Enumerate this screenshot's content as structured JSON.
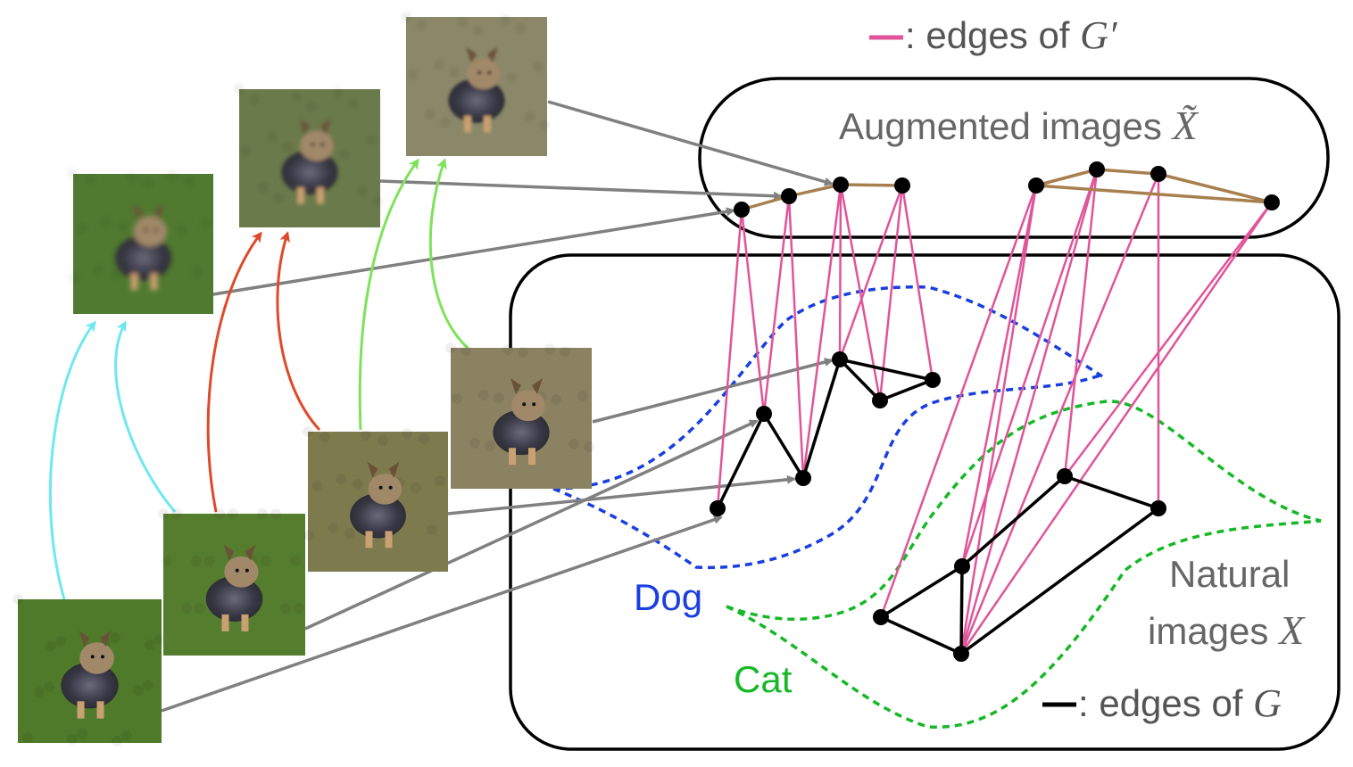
{
  "legend": {
    "pink_label": ": edges of ",
    "pink_symbol": "G′",
    "black_label": ": edges of ",
    "black_symbol": "G"
  },
  "regions": {
    "augmented_label": "Augmented images ",
    "augmented_symbol": "X̃",
    "natural_label_line1": "Natural",
    "natural_label_line2": "images ",
    "natural_symbol": "X"
  },
  "classes": {
    "dog": "Dog",
    "cat": "Cat"
  },
  "colors": {
    "pink": "#e0559a",
    "brown": "#a8804f",
    "gray": "#808080",
    "cyan": "#6ee8f0",
    "red": "#e04a2a",
    "green_arrow": "#7ee25a",
    "dog_blue": "#1a3fe0",
    "cat_green": "#16b826"
  }
}
